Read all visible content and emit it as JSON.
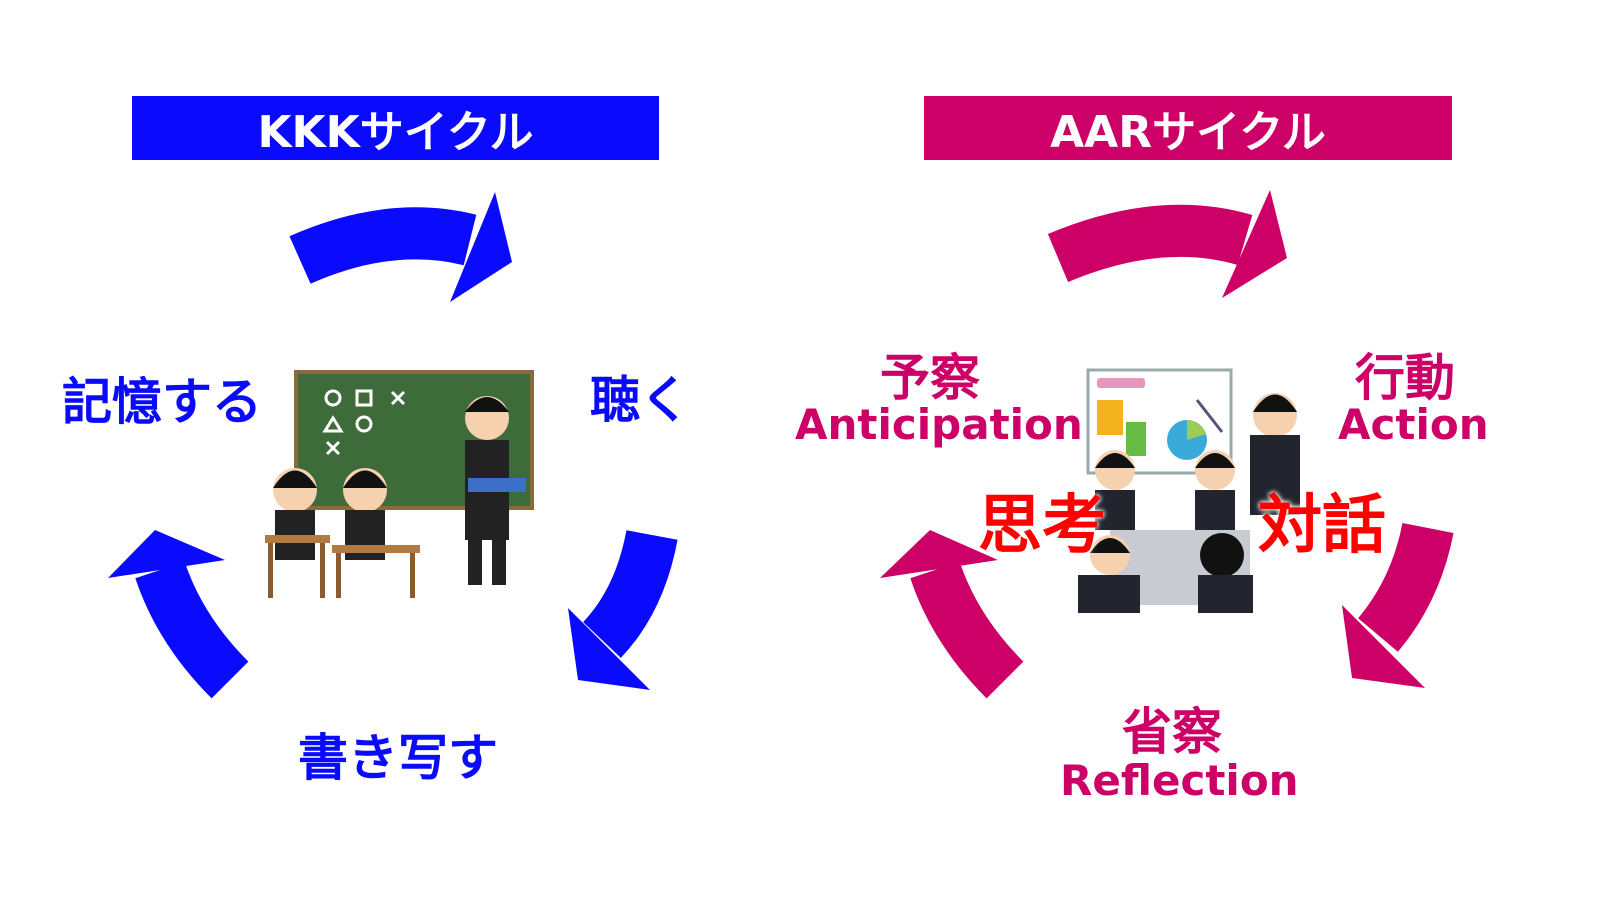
{
  "kkk": {
    "title": "KKKサイクル",
    "steps": [
      "聴く",
      "書き写す",
      "記憶する"
    ],
    "color": "#0a0aff"
  },
  "aar": {
    "title": "AARサイクル",
    "steps": [
      {
        "jp": "予察",
        "en": "Anticipation"
      },
      {
        "jp": "行動",
        "en": "Action"
      },
      {
        "jp": "省察",
        "en": "Reflection"
      }
    ],
    "center_words": [
      "思考",
      "対話"
    ],
    "color": "#cc0066"
  }
}
